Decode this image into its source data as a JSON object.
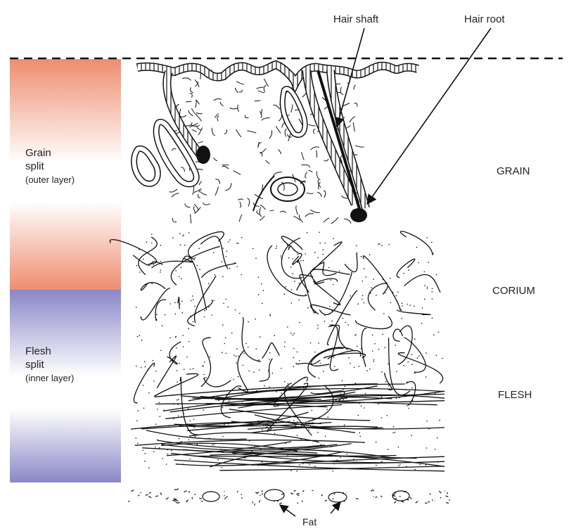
{
  "labels": {
    "hair_shaft": "Hair shaft",
    "hair_root": "Hair root",
    "grain": "GRAIN",
    "corium": "CORIUM",
    "flesh": "FLESH",
    "fat": "Fat"
  },
  "grain_split": {
    "line1": "Grain",
    "line2": "split",
    "line3": "(outer layer)"
  },
  "flesh_split": {
    "line1": "Flesh",
    "line2": "split",
    "line3": "(inner layer)"
  },
  "colors": {
    "grain_split": "#ee8d6f",
    "flesh_split": "#8a87c7",
    "ink": "#111111"
  }
}
